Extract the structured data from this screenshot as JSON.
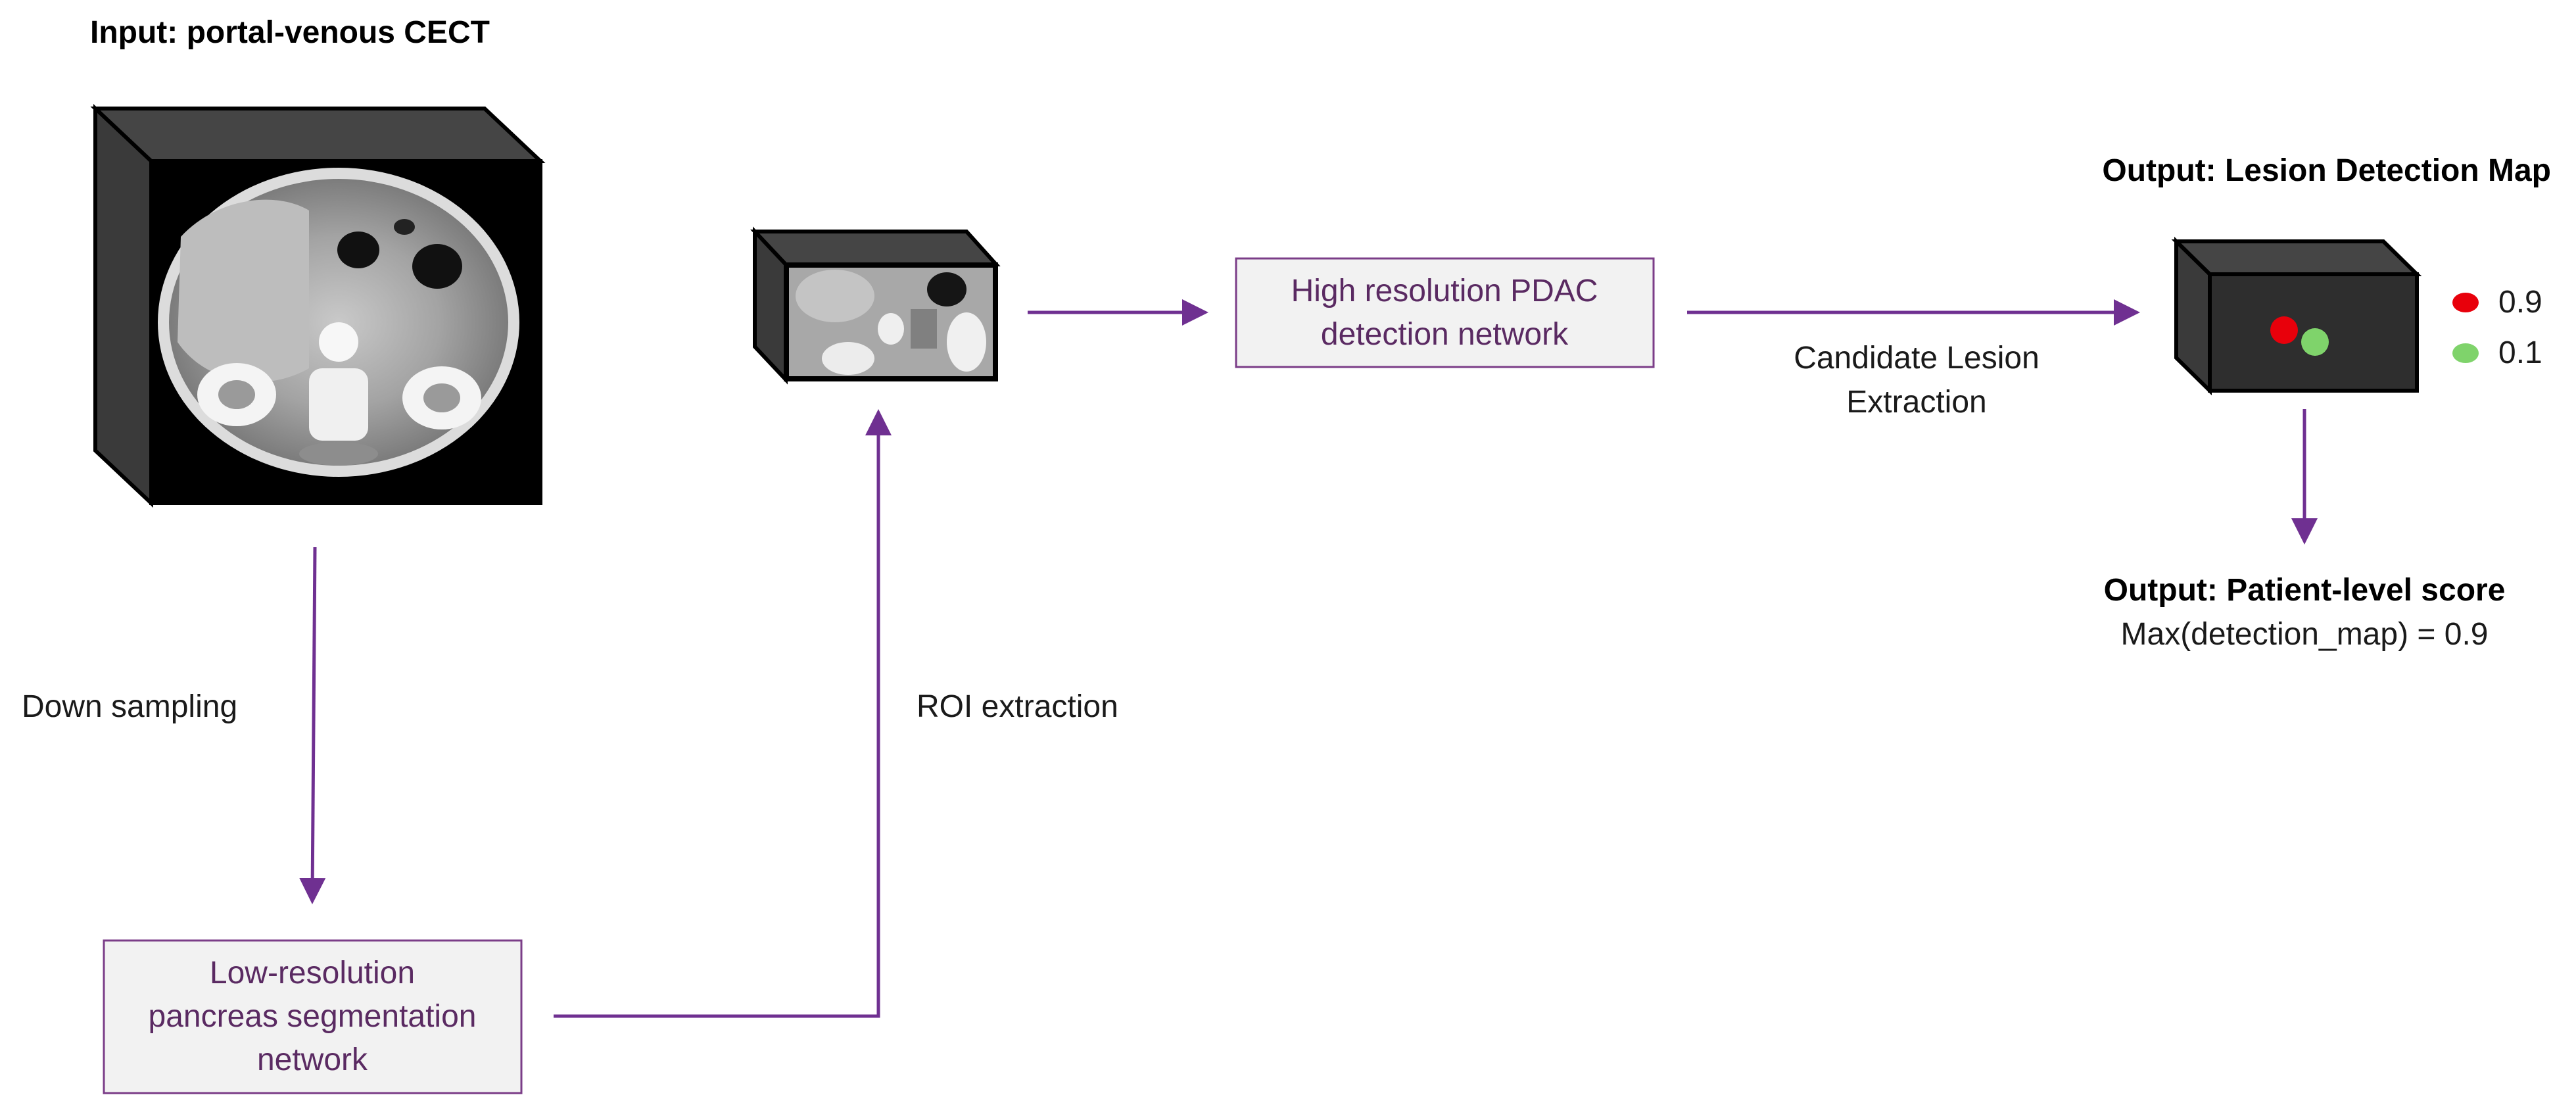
{
  "input": {
    "title": "Input: portal-venous CECT"
  },
  "steps": {
    "downsampling_label": "Down sampling",
    "roi_label": "ROI extraction",
    "candidate_label_line1": "Candidate Lesion",
    "candidate_label_line2": "Extraction"
  },
  "boxes": {
    "segmentation": {
      "line1": "Low-resolution",
      "line2": "pancreas segmentation",
      "line3": "network"
    },
    "detection": {
      "line1": "High resolution PDAC",
      "line2": "detection network"
    }
  },
  "output_map": {
    "title": "Output: Lesion Detection Map",
    "legend": [
      {
        "label": "0.9",
        "color": "#e8000b"
      },
      {
        "label": "0.1",
        "color": "#7fd36b"
      }
    ]
  },
  "output_score": {
    "title": "Output: Patient-level score",
    "formula": "Max(detection_map) = 0.9"
  },
  "colors": {
    "arrow": "#6f3091",
    "box_border": "#7b3d88",
    "box_fill": "#f2f2f2",
    "box_text": "#5a2a62",
    "lesion_high": "#e8000b",
    "lesion_low": "#7fd36b"
  }
}
